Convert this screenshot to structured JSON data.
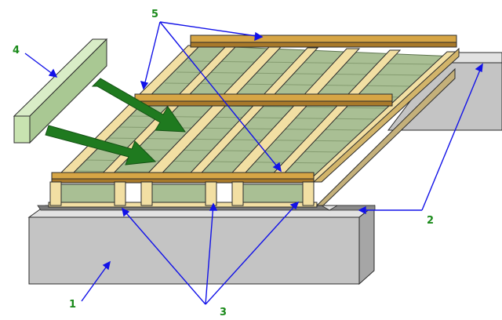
{
  "diagram": {
    "labels": [
      {
        "id": "1",
        "text": "1"
      },
      {
        "id": "2",
        "text": "2"
      },
      {
        "id": "3",
        "text": "3"
      },
      {
        "id": "4",
        "text": "4"
      },
      {
        "id": "5",
        "text": "5"
      }
    ]
  },
  "colors": {
    "background": "#ffffff",
    "foundation": "#c4c4c4",
    "foundation_top": "#e2e2e2",
    "foundation_side": "#a6a6a6",
    "outline": "#2b2b2b",
    "lumber": "#f2dfa3",
    "lumber_dark": "#d2b46a",
    "top_board": "#d6a545",
    "top_board_edge": "#a8792a",
    "insulation": "#a9bf94",
    "insulation_dark": "#7d9468",
    "insulation_block": "#c8e3b0",
    "insulation_block_side": "#a9c893",
    "arrow_green": "#1f7a1f",
    "callout_line": "#1212e8",
    "label_text": "#1a8a1a",
    "membrane": "#7a7a7a"
  }
}
